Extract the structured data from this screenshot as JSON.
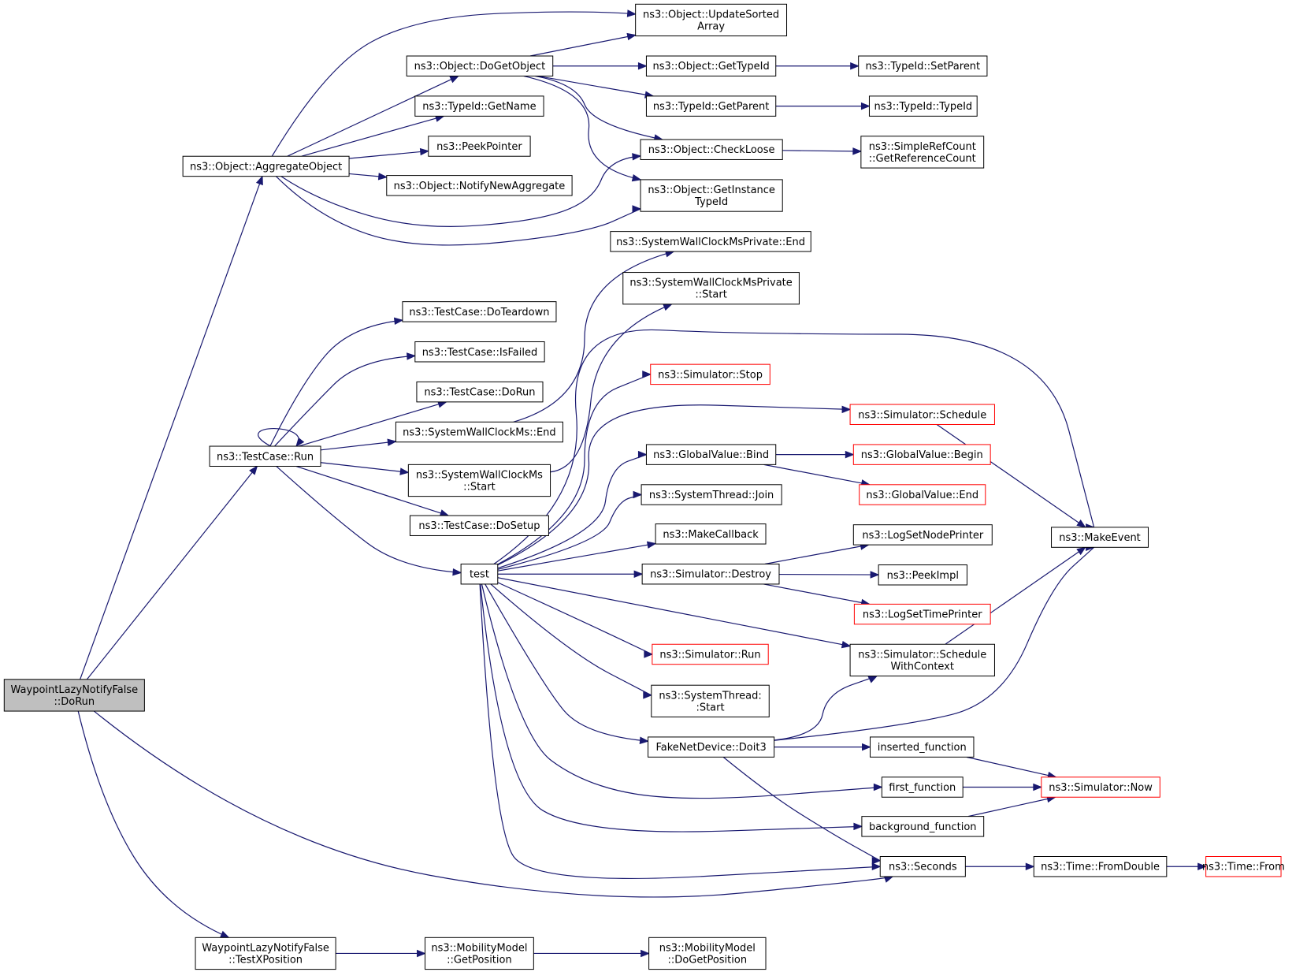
{
  "colors": {
    "edge": "#191970",
    "box_border": "#000000",
    "external_border": "#ff0000",
    "root_fill": "#bfbfbf"
  },
  "nodes": [
    {
      "id": "root",
      "lines": [
        "WaypointLazyNotifyFalse",
        "::DoRun"
      ],
      "style": "root"
    },
    {
      "id": "aggregate",
      "lines": [
        "ns3::Object::AggregateObject"
      ]
    },
    {
      "id": "updsort",
      "lines": [
        "ns3::Object::UpdateSorted",
        "Array"
      ]
    },
    {
      "id": "dogetobj",
      "lines": [
        "ns3::Object::DoGetObject"
      ]
    },
    {
      "id": "gettypeid",
      "lines": [
        "ns3::Object::GetTypeId"
      ]
    },
    {
      "id": "setparent",
      "lines": [
        "ns3::TypeId::SetParent"
      ]
    },
    {
      "id": "getname",
      "lines": [
        "ns3::TypeId::GetName"
      ]
    },
    {
      "id": "getparent",
      "lines": [
        "ns3::TypeId::GetParent"
      ]
    },
    {
      "id": "typeid",
      "lines": [
        "ns3::TypeId::TypeId"
      ]
    },
    {
      "id": "peekptr",
      "lines": [
        "ns3::PeekPointer"
      ]
    },
    {
      "id": "checkloose",
      "lines": [
        "ns3::Object::CheckLoose"
      ]
    },
    {
      "id": "getrefcount",
      "lines": [
        "ns3::SimpleRefCount",
        "::GetReferenceCount"
      ]
    },
    {
      "id": "notifynew",
      "lines": [
        "ns3::Object::NotifyNewAggregate"
      ]
    },
    {
      "id": "getinst",
      "lines": [
        "ns3::Object::GetInstance",
        "TypeId"
      ]
    },
    {
      "id": "swcpend",
      "lines": [
        "ns3::SystemWallClockMsPrivate::End"
      ]
    },
    {
      "id": "swcpstart",
      "lines": [
        "ns3::SystemWallClockMsPrivate",
        "::Start"
      ]
    },
    {
      "id": "teardown",
      "lines": [
        "ns3::TestCase::DoTeardown"
      ]
    },
    {
      "id": "isfailed",
      "lines": [
        "ns3::TestCase::IsFailed"
      ]
    },
    {
      "id": "tcdorun",
      "lines": [
        "ns3::TestCase::DoRun"
      ]
    },
    {
      "id": "simstop",
      "lines": [
        "ns3::Simulator::Stop"
      ],
      "style": "ext"
    },
    {
      "id": "simsched",
      "lines": [
        "ns3::Simulator::Schedule"
      ],
      "style": "ext"
    },
    {
      "id": "swcend",
      "lines": [
        "ns3::SystemWallClockMs::End"
      ]
    },
    {
      "id": "tcrun",
      "lines": [
        "ns3::TestCase::Run"
      ]
    },
    {
      "id": "swcstart",
      "lines": [
        "ns3::SystemWallClockMs",
        "::Start"
      ]
    },
    {
      "id": "gvbind",
      "lines": [
        "ns3::GlobalValue::Bind"
      ]
    },
    {
      "id": "gvbegin",
      "lines": [
        "ns3::GlobalValue::Begin"
      ],
      "style": "ext"
    },
    {
      "id": "gvend",
      "lines": [
        "ns3::GlobalValue::End"
      ],
      "style": "ext"
    },
    {
      "id": "stjoin",
      "lines": [
        "ns3::SystemThread::Join"
      ]
    },
    {
      "id": "tcsetup",
      "lines": [
        "ns3::TestCase::DoSetup"
      ]
    },
    {
      "id": "makecb",
      "lines": [
        "ns3::MakeCallback"
      ]
    },
    {
      "id": "logsetnode",
      "lines": [
        "ns3::LogSetNodePrinter"
      ]
    },
    {
      "id": "makeevent",
      "lines": [
        "ns3::MakeEvent"
      ]
    },
    {
      "id": "test",
      "lines": [
        "test"
      ]
    },
    {
      "id": "simdestroy",
      "lines": [
        "ns3::Simulator::Destroy"
      ]
    },
    {
      "id": "peekimpl",
      "lines": [
        "ns3::PeekImpl"
      ]
    },
    {
      "id": "logsettime",
      "lines": [
        "ns3::LogSetTimePrinter"
      ],
      "style": "ext"
    },
    {
      "id": "simrun",
      "lines": [
        "ns3::Simulator::Run"
      ],
      "style": "ext"
    },
    {
      "id": "schedctx",
      "lines": [
        "ns3::Simulator::Schedule",
        "WithContext"
      ]
    },
    {
      "id": "ststart",
      "lines": [
        "ns3::SystemThread:",
        ":Start"
      ]
    },
    {
      "id": "doit3",
      "lines": [
        "FakeNetDevice::Doit3"
      ]
    },
    {
      "id": "inserted",
      "lines": [
        "inserted_function"
      ]
    },
    {
      "id": "first",
      "lines": [
        "first_function"
      ]
    },
    {
      "id": "simnow",
      "lines": [
        "ns3::Simulator::Now"
      ],
      "style": "ext"
    },
    {
      "id": "background",
      "lines": [
        "background_function"
      ]
    },
    {
      "id": "seconds",
      "lines": [
        "ns3::Seconds"
      ]
    },
    {
      "id": "fromdouble",
      "lines": [
        "ns3::Time::FromDouble"
      ]
    },
    {
      "id": "timefrom",
      "lines": [
        "ns3::Time::From"
      ],
      "style": "ext"
    },
    {
      "id": "testx",
      "lines": [
        "WaypointLazyNotifyFalse",
        "::TestXPosition"
      ]
    },
    {
      "id": "getpos",
      "lines": [
        "ns3::MobilityModel",
        "::GetPosition"
      ]
    },
    {
      "id": "dogetpos",
      "lines": [
        "ns3::MobilityModel",
        "::DoGetPosition"
      ]
    }
  ]
}
